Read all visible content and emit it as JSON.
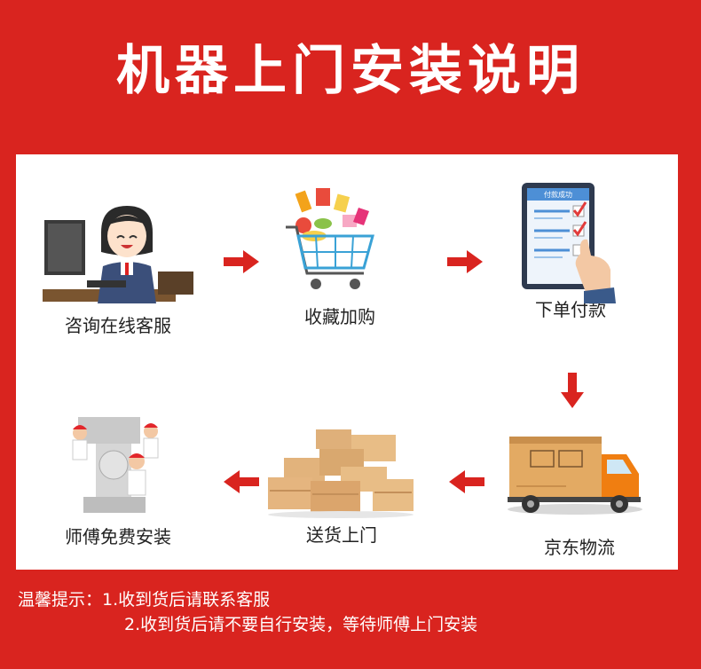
{
  "title": "机器上门安装说明",
  "steps": [
    {
      "label": "咨询在线客服",
      "icon": "customer-service-icon"
    },
    {
      "label": "收藏加购",
      "icon": "shopping-cart-icon"
    },
    {
      "label": "下单付款",
      "icon": "tablet-payment-icon"
    },
    {
      "label": "京东物流",
      "icon": "delivery-truck-icon"
    },
    {
      "label": "送货上门",
      "icon": "boxes-icon"
    },
    {
      "label": "师傅免费安装",
      "icon": "technician-install-icon"
    }
  ],
  "tablet_header": "付款成功",
  "notes": {
    "prefix": "温馨提示：",
    "line1": "1.收到货后请联系客服",
    "line2": "2.收到货后请不要自行安装，等待师傅上门安装"
  },
  "colors": {
    "background": "#d9241f",
    "panel": "#ffffff",
    "arrow": "#d9241f"
  }
}
